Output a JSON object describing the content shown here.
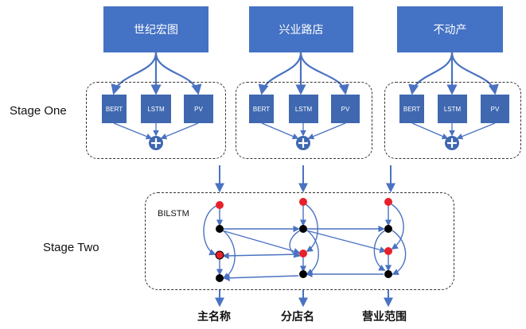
{
  "stage_labels": {
    "one": "Stage  One",
    "two": "Stage Two"
  },
  "sources": [
    "世纪宏图",
    "兴业路店",
    "不动产"
  ],
  "models": [
    "BERT",
    "LSTM",
    "PV"
  ],
  "combine_symbol": "+",
  "bilstm_label": "BILSTM",
  "outputs": [
    "主名称",
    "分店名",
    "营业范围"
  ],
  "colors": {
    "box_fill": "#4472c4",
    "model_fill": "#3f68b0",
    "arrow": "#4a72c2",
    "red_node": "#e8202a",
    "black_node": "#000000"
  }
}
